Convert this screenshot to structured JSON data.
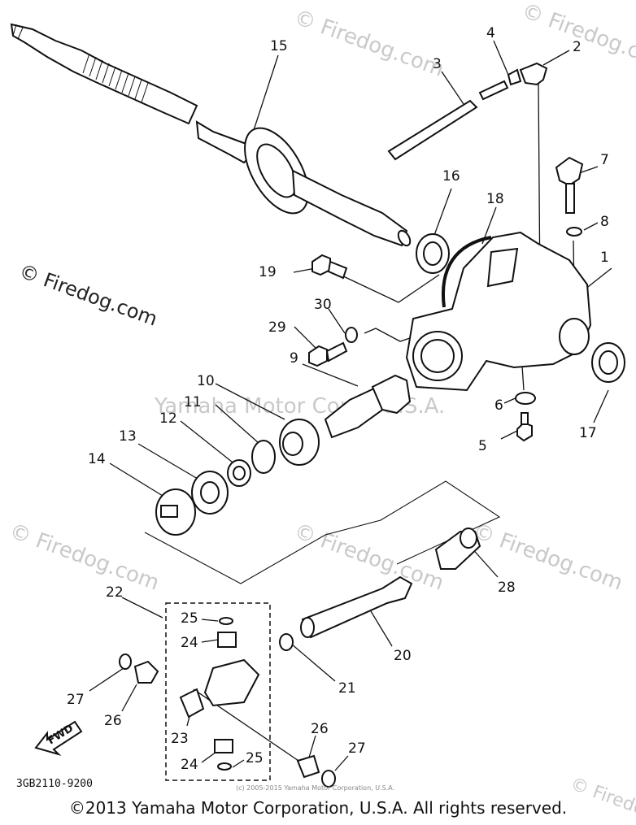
{
  "watermarks": {
    "firedog": "© Firedog.com",
    "yamaha": "Yamaha Motor Corp., U.S.A."
  },
  "parts": [
    {
      "id": "p1",
      "label": "1"
    },
    {
      "id": "p2",
      "label": "2"
    },
    {
      "id": "p3",
      "label": "3"
    },
    {
      "id": "p4",
      "label": "4"
    },
    {
      "id": "p5",
      "label": "5"
    },
    {
      "id": "p6",
      "label": "6"
    },
    {
      "id": "p7",
      "label": "7"
    },
    {
      "id": "p8",
      "label": "8"
    },
    {
      "id": "p9",
      "label": "9"
    },
    {
      "id": "p10",
      "label": "10"
    },
    {
      "id": "p11",
      "label": "11"
    },
    {
      "id": "p12",
      "label": "12"
    },
    {
      "id": "p13",
      "label": "13"
    },
    {
      "id": "p14",
      "label": "14"
    },
    {
      "id": "p15",
      "label": "15"
    },
    {
      "id": "p16",
      "label": "16"
    },
    {
      "id": "p17",
      "label": "17"
    },
    {
      "id": "p18",
      "label": "18"
    },
    {
      "id": "p19",
      "label": "19"
    },
    {
      "id": "p20",
      "label": "20"
    },
    {
      "id": "p21",
      "label": "21"
    },
    {
      "id": "p22",
      "label": "22"
    },
    {
      "id": "p23",
      "label": "23"
    },
    {
      "id": "p24a",
      "label": "24"
    },
    {
      "id": "p24b",
      "label": "24"
    },
    {
      "id": "p25a",
      "label": "25"
    },
    {
      "id": "p25b",
      "label": "25"
    },
    {
      "id": "p26a",
      "label": "26"
    },
    {
      "id": "p26b",
      "label": "26"
    },
    {
      "id": "p27a",
      "label": "27"
    },
    {
      "id": "p27b",
      "label": "27"
    },
    {
      "id": "p28",
      "label": "28"
    },
    {
      "id": "p29",
      "label": "29"
    },
    {
      "id": "p30",
      "label": "30"
    }
  ],
  "fwd_label": "FWD",
  "diagram_code": "3GB2110-9200",
  "small_credit": "(c) 2005-2015 Yamaha Motor Corporation, U.S.A.",
  "copyright": "©2013 Yamaha Motor Corporation, U.S.A. All rights reserved."
}
